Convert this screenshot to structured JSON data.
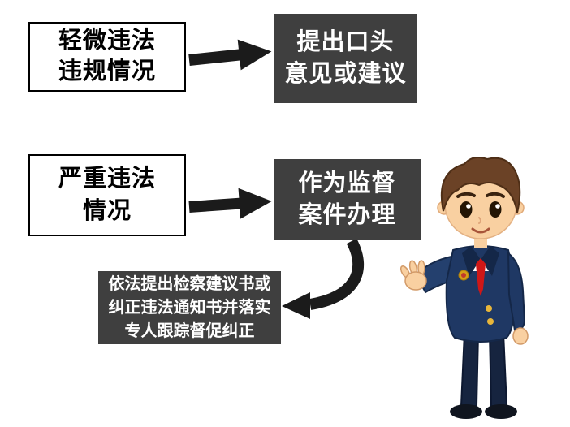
{
  "flowchart": {
    "box_minor": {
      "line1": "轻微违法",
      "line2": "违规情况"
    },
    "box_verbal": {
      "line1": "提出口头",
      "line2": "意见或建议"
    },
    "box_serious": {
      "line1": "严重违法",
      "line2": "情况"
    },
    "box_case": {
      "line1": "作为监督",
      "line2": "案件办理"
    },
    "box_notice": {
      "line1": "依法提出检察建议书或",
      "line2": "纠正违法通知书并落实",
      "line3": "专人跟踪督促纠正"
    }
  },
  "icons": {
    "arrow_top": "arrow-right",
    "arrow_middle": "arrow-right",
    "arrow_curved": "curved-arrow-down-left",
    "character": "procurator-cartoon-man"
  },
  "colors": {
    "background": "#ffffff",
    "dark_box_bg": "#3f3f3f",
    "dark_box_text": "#ffffff",
    "outline_box_border": "#000000",
    "outline_box_text": "#000000",
    "arrow": "#1b1b1b",
    "suit": "#1f3864",
    "tie": "#cf1717",
    "hair": "#6b4226",
    "skin": "#f9d0a1"
  }
}
